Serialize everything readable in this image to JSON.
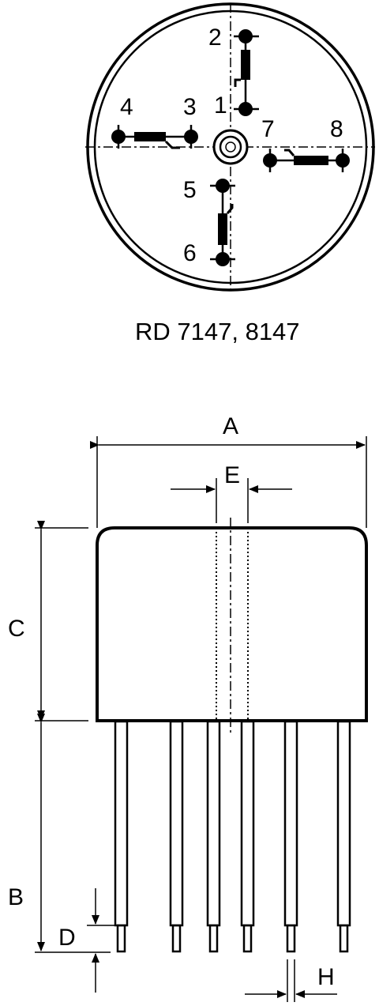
{
  "top_view": {
    "caption": "RD 7147, 8147",
    "pins": [
      {
        "label": "1"
      },
      {
        "label": "2"
      },
      {
        "label": "3"
      },
      {
        "label": "4"
      },
      {
        "label": "5"
      },
      {
        "label": "6"
      },
      {
        "label": "7"
      },
      {
        "label": "8"
      }
    ]
  },
  "side_view": {
    "dimensions": {
      "a": "A",
      "b": "B",
      "c": "C",
      "d": "D",
      "e": "E",
      "h": "H"
    }
  }
}
